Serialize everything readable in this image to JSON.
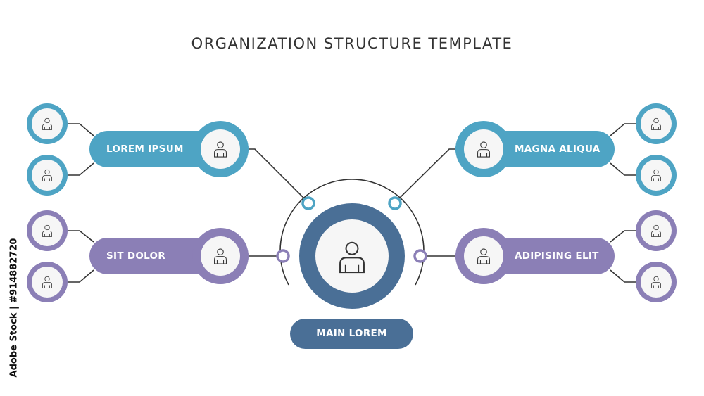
{
  "title": "ORGANIZATION STRUCTURE TEMPLATE",
  "main": {
    "label": "MAIN LOREM",
    "color": "#4a6f96"
  },
  "nodes": {
    "top_left": {
      "label": "LOREM IPSUM",
      "color": "#4ea4c4"
    },
    "bottom_left": {
      "label": "SIT DOLOR",
      "color": "#8b7fb6"
    },
    "top_right": {
      "label": "MAGNA ALIQUA",
      "color": "#4ea4c4"
    },
    "bottom_right": {
      "label": "ADIPISING ELIT",
      "color": "#8b7fb6"
    }
  },
  "icons": {
    "person": "person-icon"
  },
  "watermark": "Adobe Stock | #914882720"
}
